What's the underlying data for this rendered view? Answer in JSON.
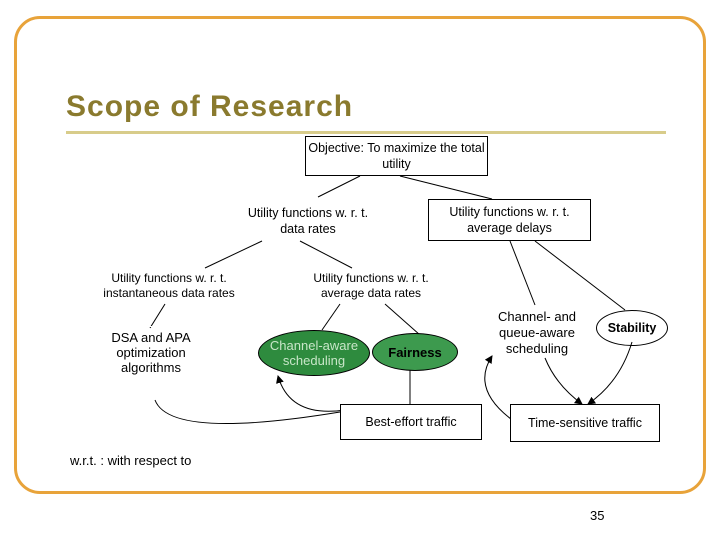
{
  "slide": {
    "title": "Scope of Research",
    "footnote": "w.r.t. : with respect to",
    "page_number": "35"
  },
  "nodes": {
    "objective": "Objective: To maximize the total utility",
    "data_rates": "Utility functions w. r. t. data rates",
    "avg_delays": "Utility functions w. r. t. average delays",
    "instantaneous": "Utility functions w. r. t. instantaneous data rates",
    "avg_data_rates": "Utility functions w. r. t. average data rates",
    "dsa_apa": "DSA and APA optimization algorithms",
    "channel_aware": "Channel-aware scheduling",
    "fairness": "Fairness",
    "channel_queue": "Channel- and queue-aware scheduling",
    "stability": "Stability",
    "best_effort": "Best-effort traffic",
    "time_sensitive": "Time-sensitive traffic"
  },
  "colors": {
    "frame": "#e8a33a",
    "title": "#8a7a2e",
    "green": "#2e8b3e"
  }
}
